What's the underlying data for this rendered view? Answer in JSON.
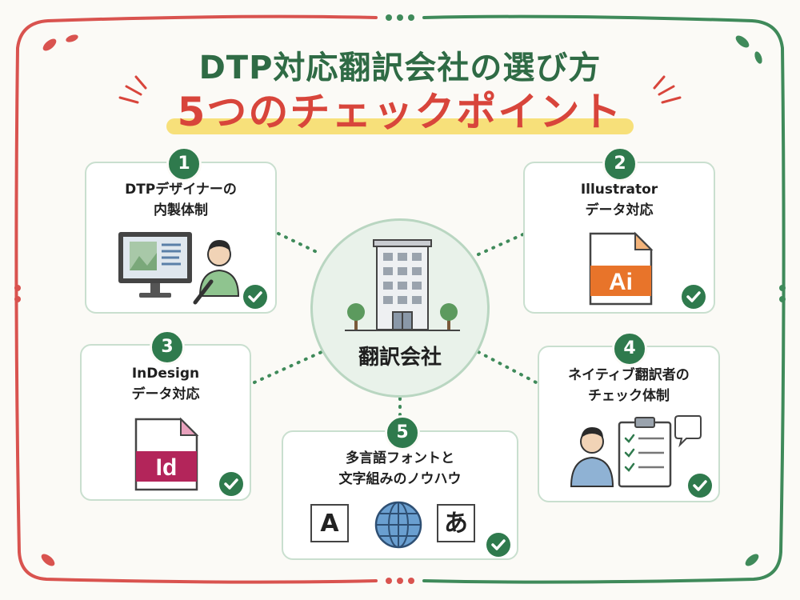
{
  "title": {
    "line1": "DTP対応翻訳会社の選び方",
    "line2_number": "5",
    "line2_rest": "つのチェックポイント"
  },
  "hub": {
    "label": "翻訳会社"
  },
  "points": [
    {
      "number": "1",
      "lines": [
        "DTPデザイナーの",
        "内製体制"
      ]
    },
    {
      "number": "2",
      "lines": [
        "Illustrator",
        "データ対応"
      ],
      "file_label": "Ai"
    },
    {
      "number": "3",
      "lines": [
        "InDesign",
        "データ対応"
      ],
      "file_label": "Id"
    },
    {
      "number": "4",
      "lines": [
        "ネイティブ翻訳者の",
        "チェック体制"
      ]
    },
    {
      "number": "5",
      "lines": [
        "多言語フォントと",
        "文字組みのノウハウ"
      ],
      "glyphs": [
        "A",
        "あ"
      ]
    }
  ],
  "colors": {
    "green": "#2f7a4d",
    "red": "#d8453b",
    "highlight": "#f7e07a",
    "illustrator": "#e8742a",
    "indesign": "#b3255a"
  },
  "icons": {
    "p1": "designer-at-monitor-icon",
    "p2": "illustrator-file-icon",
    "p3": "indesign-file-icon",
    "p4": "reviewer-checklist-icon",
    "p5": "multilingual-font-icon",
    "hub": "office-building-icon",
    "check": "check-circle-icon"
  }
}
